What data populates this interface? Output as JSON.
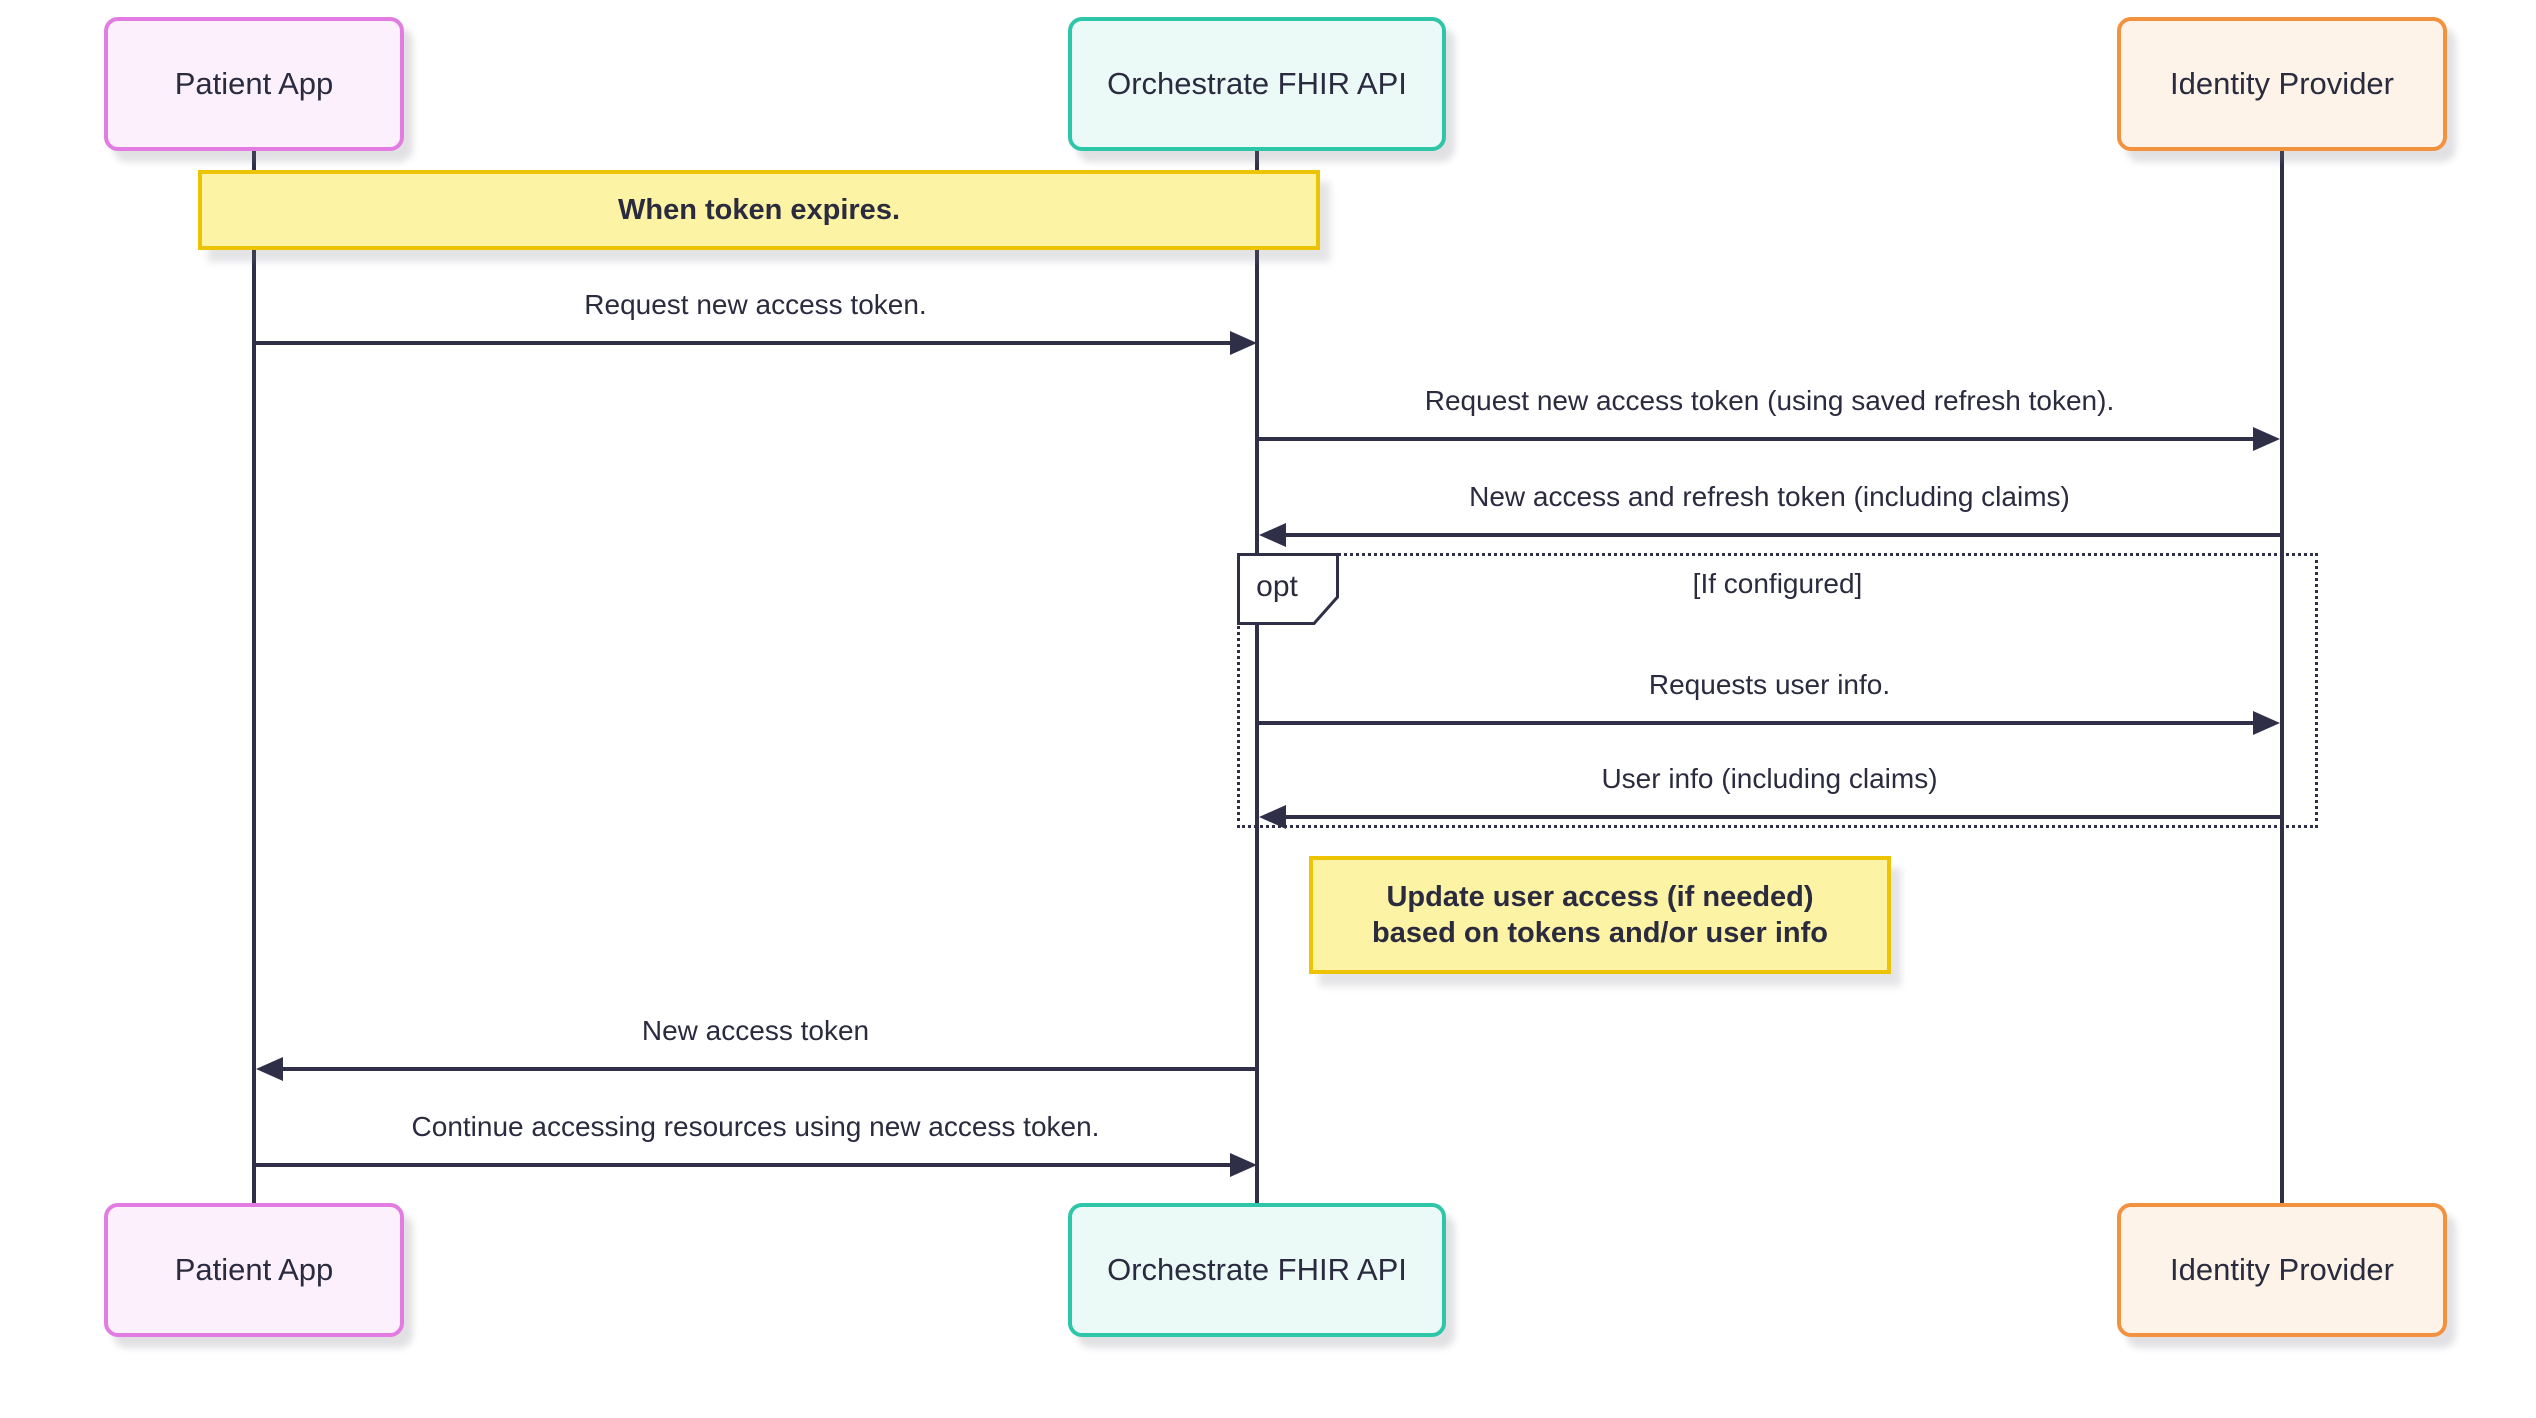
{
  "diagram_type": "sequence-diagram",
  "actors": [
    {
      "id": "patient-app",
      "label": "Patient App"
    },
    {
      "id": "orchestrate-fhir-api",
      "label": "Orchestrate FHIR API"
    },
    {
      "id": "identity-provider",
      "label": "Identity Provider"
    }
  ],
  "notes": [
    {
      "text": "When token expires.",
      "over": [
        "Patient App",
        "Orchestrate FHIR API"
      ]
    },
    {
      "line1": "Update user access (if needed)",
      "line2": "based on tokens and/or user info",
      "over": [
        "Orchestrate FHIR API"
      ]
    }
  ],
  "messages": [
    {
      "text": "Request new access token.",
      "from": "Patient App",
      "to": "Orchestrate FHIR API",
      "direction": "right"
    },
    {
      "text": "Request new access token (using saved refresh token).",
      "from": "Orchestrate FHIR API",
      "to": "Identity Provider",
      "direction": "right"
    },
    {
      "text": "New access and refresh token (including claims)",
      "from": "Identity Provider",
      "to": "Orchestrate FHIR API",
      "direction": "left"
    },
    {
      "text": "Requests user info.",
      "from": "Orchestrate FHIR API",
      "to": "Identity Provider",
      "direction": "right"
    },
    {
      "text": "User info (including claims)",
      "from": "Identity Provider",
      "to": "Orchestrate FHIR API",
      "direction": "left"
    },
    {
      "text": "New access token",
      "from": "Orchestrate FHIR API",
      "to": "Patient App",
      "direction": "left"
    },
    {
      "text": "Continue accessing resources using new access token.",
      "from": "Patient App",
      "to": "Orchestrate FHIR API",
      "direction": "right"
    }
  ],
  "opt_block": {
    "label": "opt",
    "condition": "[If configured]"
  },
  "colors": {
    "background": "#ffffff",
    "text": "#2b2b3f",
    "line": "#2f2f47",
    "patient_fill": "#fdf0fd",
    "patient_border": "#e27ce2",
    "api_fill": "#ebfaf7",
    "api_border": "#2ec6a9",
    "idp_fill": "#fdf3e8",
    "idp_border": "#f2923e",
    "note_fill": "#fcf3a4",
    "note_border": "#edc404"
  }
}
